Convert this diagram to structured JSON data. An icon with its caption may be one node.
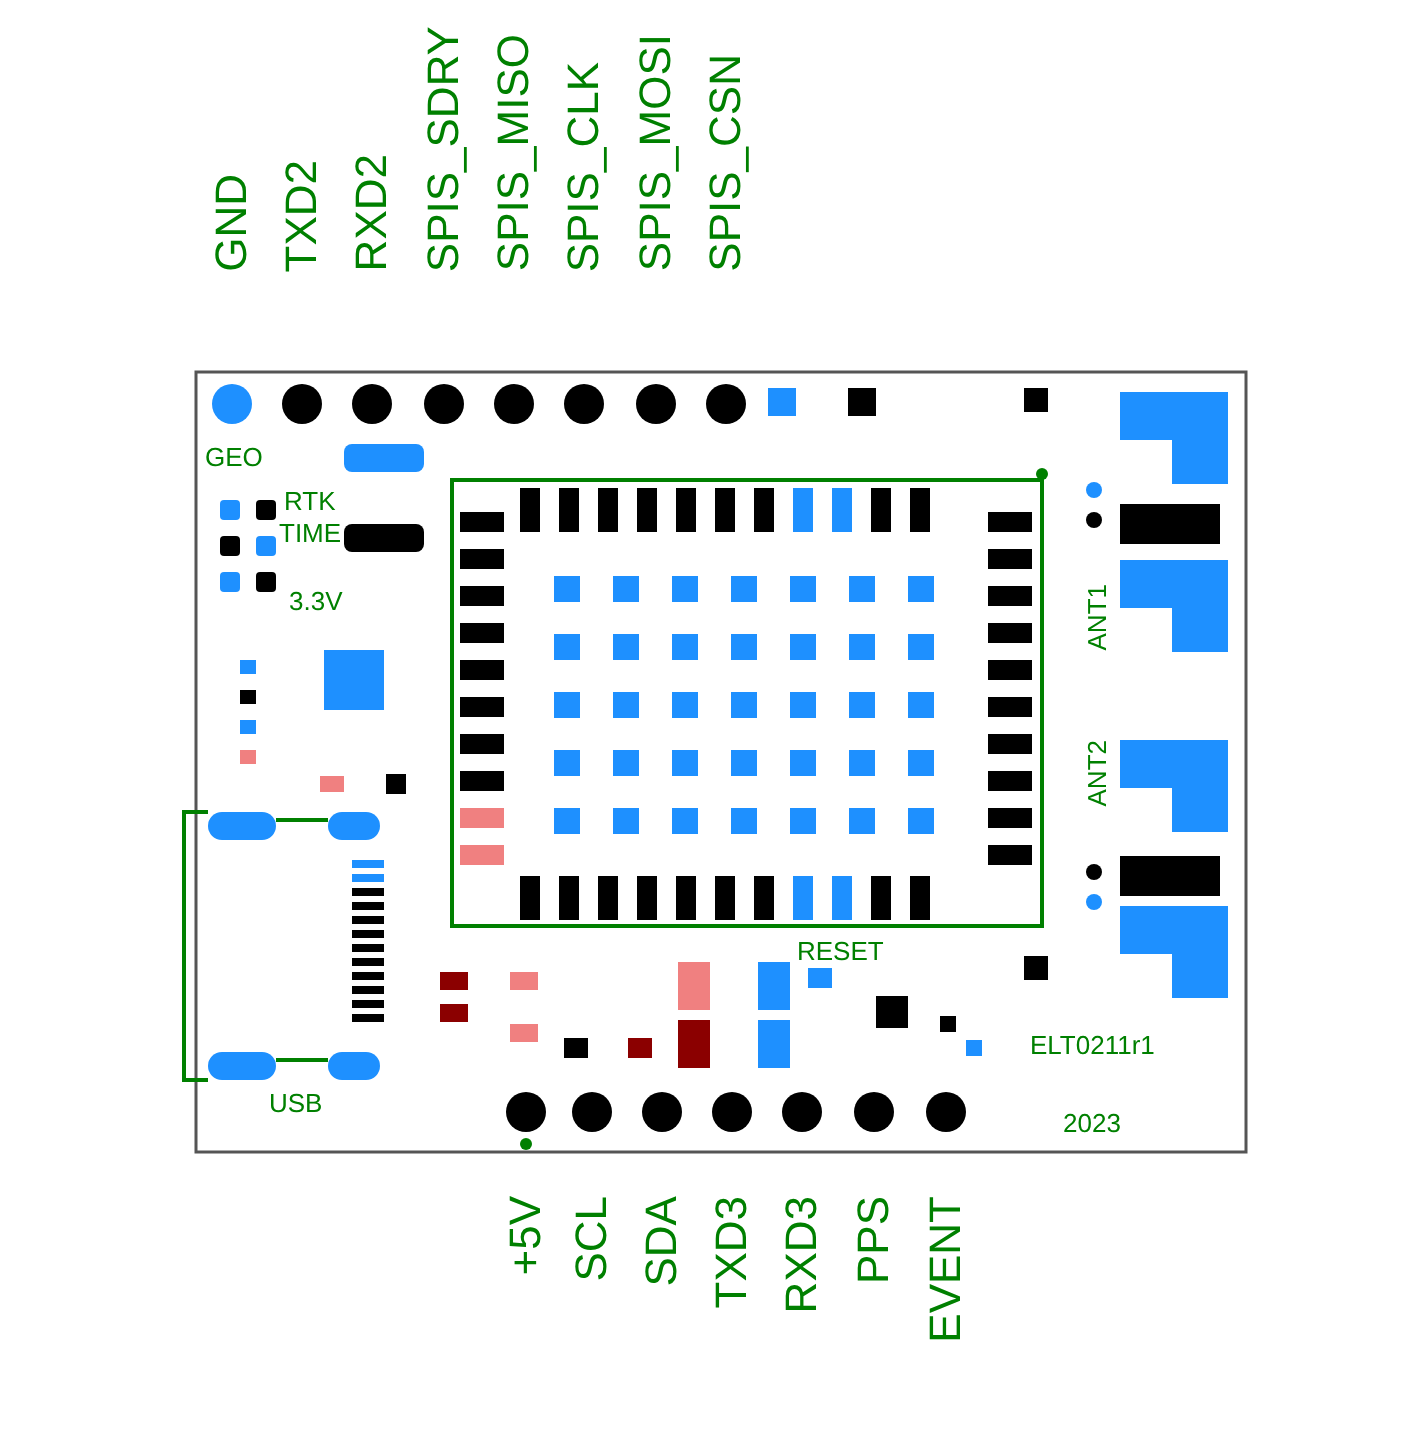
{
  "diagram": {
    "labels": [
      "GND",
      "TXD2",
      "RXD2",
      "SPIS_SDRY",
      "SPIS_MISO",
      "SPIS_CLK",
      "SPIS_MOSI",
      "SPIS_CSN",
      "GEO",
      "RTK",
      "TIME",
      "3.3V",
      "ANT1",
      "ANT2",
      "RESET",
      "USB",
      "ELT0211r1",
      "2023",
      "+5V",
      "SCL",
      "SDA",
      "TXD3",
      "RXD3",
      "PPS",
      "EVENT"
    ]
  }
}
